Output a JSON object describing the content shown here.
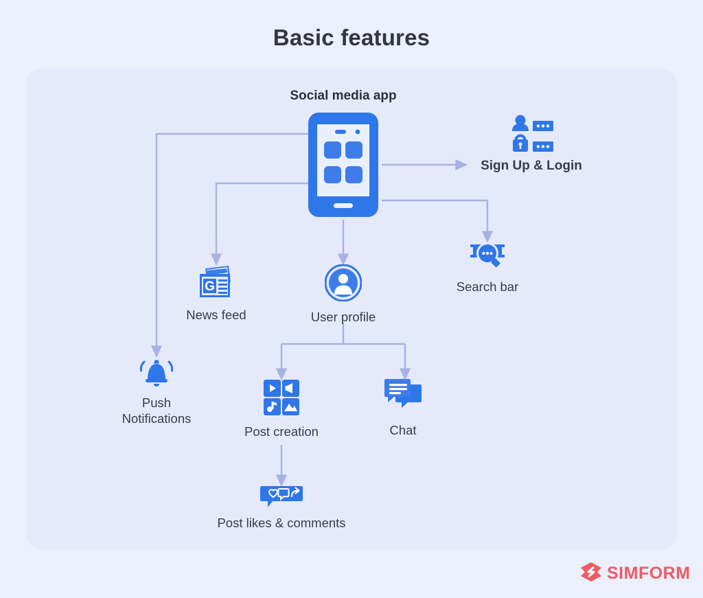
{
  "page": {
    "title": "Basic features",
    "background_color": "#eceffc",
    "panel_color": "#e5eafb"
  },
  "colors": {
    "icon_blue": "#2f76e8",
    "icon_blue_dark": "#2a63d0",
    "connector": "#a8b2e2",
    "text": "#3a3d46",
    "brand": "#ec5c65"
  },
  "diagram": {
    "root": {
      "label": "Social media app",
      "icon": "smartphone-icon"
    },
    "nodes": [
      {
        "id": "signup",
        "label": "Sign Up & Login",
        "icon": "signup-login-icon"
      },
      {
        "id": "search",
        "label": "Search bar",
        "icon": "search-bar-icon"
      },
      {
        "id": "newsfeed",
        "label": "News feed",
        "icon": "newspaper-icon"
      },
      {
        "id": "profile",
        "label": "User profile",
        "icon": "user-avatar-icon"
      },
      {
        "id": "push",
        "label": "Push\nNotifications",
        "icon": "bell-icon"
      },
      {
        "id": "postcreation",
        "label": "Post creation",
        "icon": "media-grid-icon"
      },
      {
        "id": "chat",
        "label": "Chat",
        "icon": "chat-bubbles-icon"
      },
      {
        "id": "postlikes",
        "label": "Post likes & comments",
        "icon": "like-comment-share-icon"
      }
    ],
    "connections": [
      {
        "from": "root",
        "to": "signup"
      },
      {
        "from": "root",
        "to": "search"
      },
      {
        "from": "root",
        "to": "newsfeed"
      },
      {
        "from": "root",
        "to": "profile"
      },
      {
        "from": "root",
        "to": "push"
      },
      {
        "from": "profile",
        "to": "postcreation"
      },
      {
        "from": "profile",
        "to": "chat"
      },
      {
        "from": "postcreation",
        "to": "postlikes"
      }
    ]
  },
  "brand": {
    "name": "SIMFORM",
    "mark": "simform-diamond-logo"
  }
}
